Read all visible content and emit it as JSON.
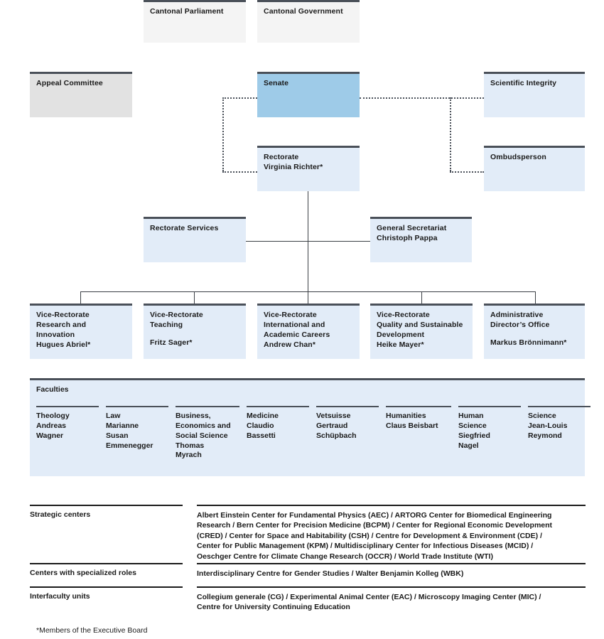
{
  "title": "University of Bern Organizational Chart",
  "colors": {
    "box_blue_light": "#e2ecf8",
    "box_blue_mid": "#9ecbe8",
    "box_grey": "#e2e2e2",
    "box_grey_light": "#f4f4f4",
    "rule_dark": "#4a5059",
    "text": "#1a1a1a"
  },
  "top_bodies": [
    {
      "name": "cantonal-parliament",
      "label": "Cantonal Parliament"
    },
    {
      "name": "cantonal-government",
      "label": "Cantonal Government"
    }
  ],
  "governance": {
    "appeal_committee": {
      "label": "Appeal Committee"
    },
    "senate": {
      "label": "Senate"
    },
    "scientific_integrity": {
      "label": "Scientific Integrity"
    },
    "ombudsperson": {
      "label": "Ombudsperson"
    },
    "rectorate": {
      "line1": "Rectorate",
      "line2": "Virginia Richter*"
    }
  },
  "support_units": [
    {
      "name": "rectorate-services",
      "line1": "Rectorate Services",
      "line2": ""
    },
    {
      "name": "general-secretariat",
      "line1": "General Secretariat",
      "line2": "Christoph Pappa"
    }
  ],
  "vice_rectorates": [
    {
      "name": "vice-rectorate-research-and-innovation",
      "lines": [
        "Vice-Rectorate",
        "Research and",
        "Innovation"
      ],
      "person": "Hugues Abriel*"
    },
    {
      "name": "vice-rectorate-teaching",
      "lines": [
        "Vice-Rectorate",
        "Teaching"
      ],
      "person": "Fritz Sager*"
    },
    {
      "name": "vice-rectorate-international-and-academic-careers",
      "lines": [
        "Vice-Rectorate",
        "International and",
        "Academic Careers"
      ],
      "person": "Andrew Chan*"
    },
    {
      "name": "vice-rectorate-quality-and-sustainable-development",
      "lines": [
        "Vice-Rectorate",
        "Quality and Sustainable",
        "Development"
      ],
      "person": "Heike Mayer*"
    },
    {
      "name": "administrative-directors-office",
      "lines": [
        "Administrative",
        "Director’s Office"
      ],
      "person": "Markus Brönnimann*"
    }
  ],
  "faculties": {
    "title": "Faculties",
    "items": [
      {
        "name": "faculty-theology",
        "lines": [
          "Theology",
          "Andreas",
          "Wagner"
        ]
      },
      {
        "name": "faculty-law",
        "lines": [
          "Law",
          "Marianne",
          "Susan",
          "Emmenegger"
        ]
      },
      {
        "name": "faculty-business",
        "lines": [
          "Business,",
          "Economics and",
          "Social Science",
          "Thomas",
          "Myrach"
        ]
      },
      {
        "name": "faculty-medicine",
        "lines": [
          "Medicine",
          "Claudio",
          "Bassetti"
        ]
      },
      {
        "name": "faculty-vetsuisse",
        "lines": [
          "Vetsuisse",
          "Gertraud",
          "Schüpbach"
        ]
      },
      {
        "name": "faculty-humanities",
        "lines": [
          "Humanities",
          "Claus Beisbart"
        ]
      },
      {
        "name": "faculty-human-science",
        "lines": [
          "Human",
          "Science",
          "Siegfried",
          "Nagel"
        ]
      },
      {
        "name": "faculty-science",
        "lines": [
          "Science",
          "Jean-Louis",
          "Reymond"
        ]
      }
    ]
  },
  "listings": [
    {
      "name": "strategic-centers",
      "label": "Strategic centers",
      "lines": [
        "Albert Einstein Center for Fundamental Physics (AEC) / ARTORG Center for Biomedical Engineering",
        "Research / Bern Center for Precision Medicine (BCPM) / Center for Regional Economic Development",
        "(CRED) / Center for Space and Habitability (CSH) / Centre for Development & Environment (CDE) /",
        "Center for Public Management (KPM) / Multidisciplinary Center for Infectious Diseases (MCID) /",
        "Oeschger Centre for Climate Change Research (OCCR) / World Trade Institute (WTI)"
      ]
    },
    {
      "name": "centers-with-specialized-roles",
      "label": "Centers with specialized roles",
      "lines": [
        "Interdisciplinary Centre for Gender Studies / Walter Benjamin Kolleg (WBK)"
      ]
    },
    {
      "name": "interfaculty-units",
      "label": "Interfaculty units",
      "lines": [
        "Collegium generale (CG) / Experimental Animal Center (EAC) / Microscopy Imaging Center (MIC) /",
        "Centre for University Continuing Education"
      ]
    }
  ],
  "footnote": "*Members of the Executive Board"
}
